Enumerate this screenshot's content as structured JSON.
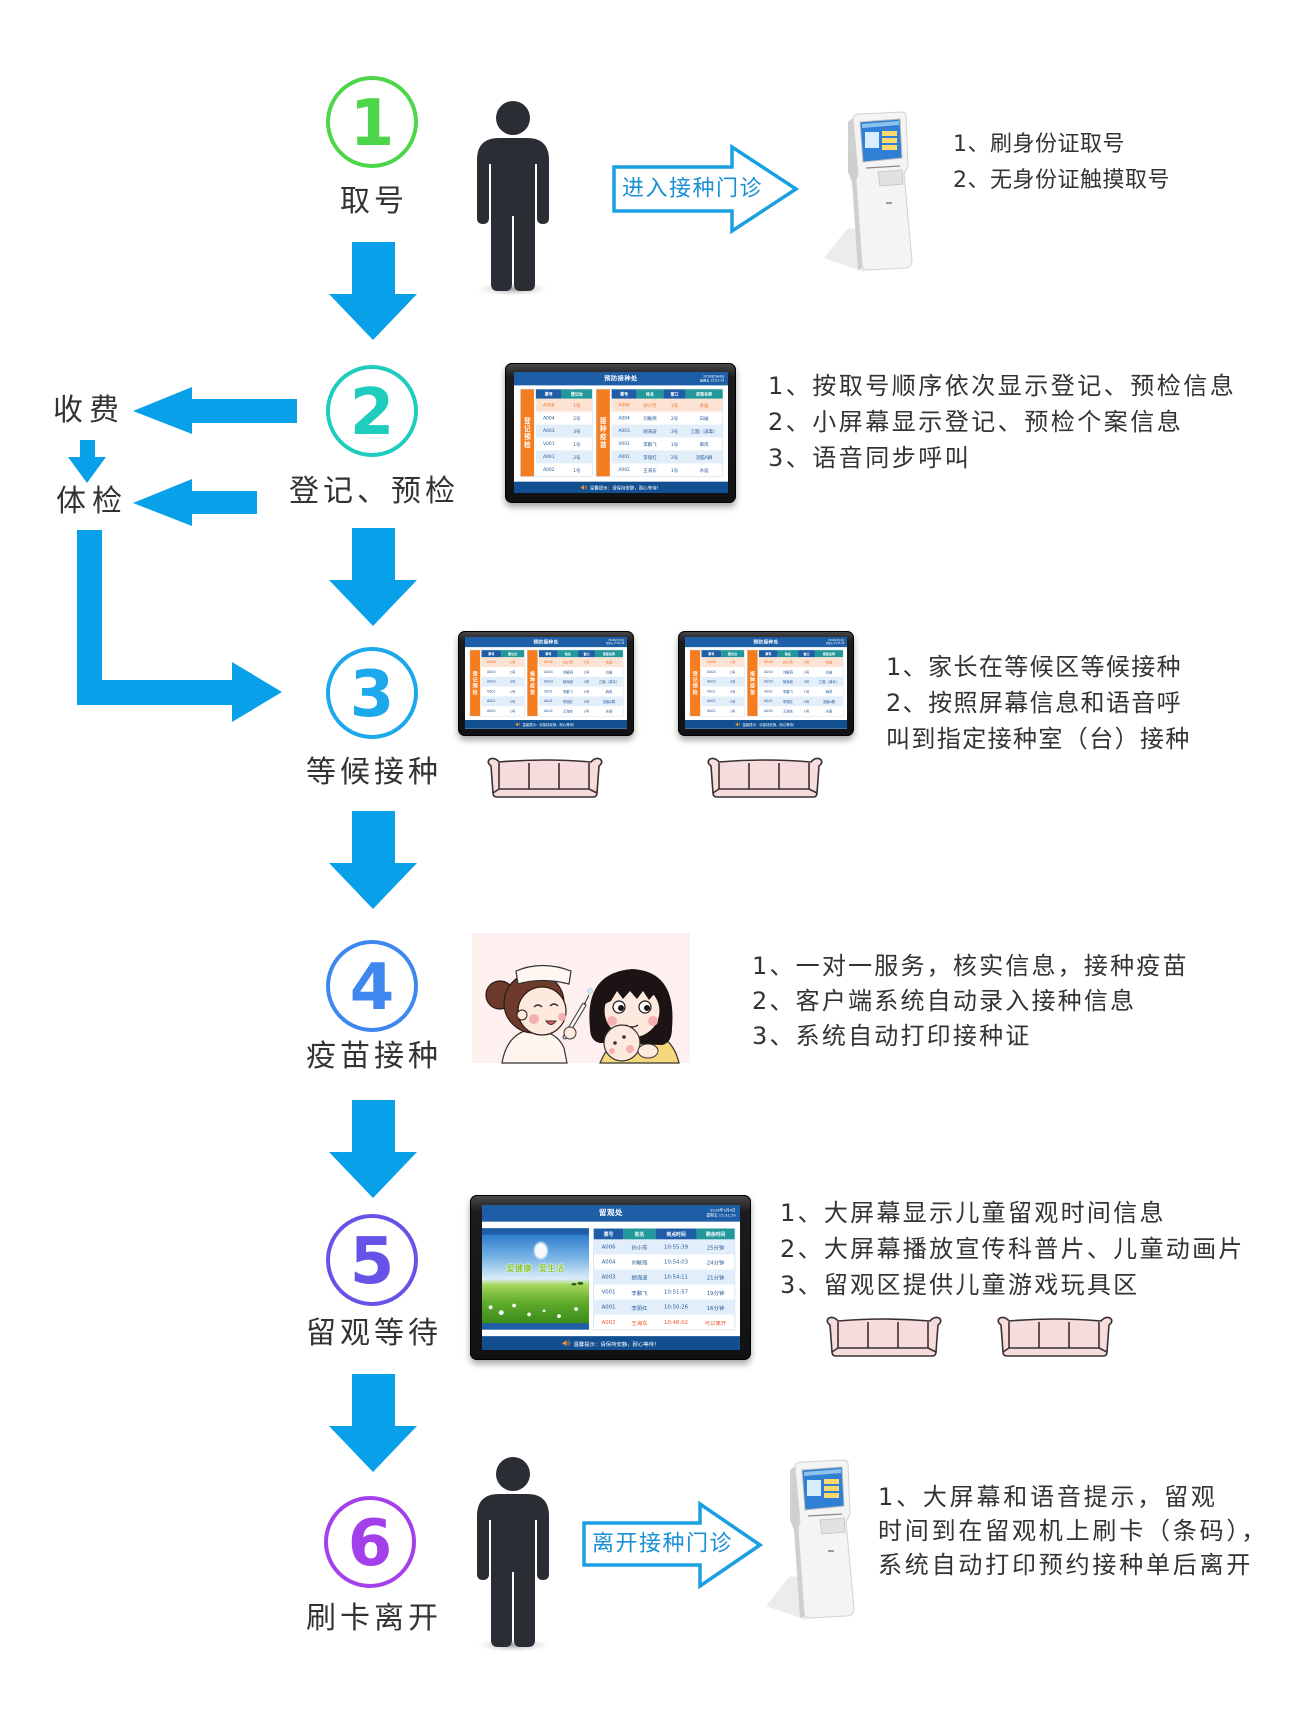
{
  "steps": [
    {
      "number": "1",
      "label": "取号",
      "color": "#4ed64b"
    },
    {
      "number": "2",
      "label": "登记、预检",
      "color": "#1fcdbf"
    },
    {
      "number": "3",
      "label": "等候接种",
      "color": "#1ba8ec"
    },
    {
      "number": "4",
      "label": "疫苗接种",
      "color": "#3d87ef"
    },
    {
      "number": "5",
      "label": "留观等待",
      "color": "#6654e8"
    },
    {
      "number": "6",
      "label": "刷卡离开",
      "color": "#a440ea"
    }
  ],
  "branch": {
    "fee": "收费",
    "exam": "体检"
  },
  "transitions": {
    "enter_clinic": "进入接种门诊",
    "leave_clinic": "离开接种门诊"
  },
  "descriptions": {
    "take_number": [
      "1、刷身份证取号",
      "2、无身份证触摸取号"
    ],
    "registration": [
      "1、按取号顺序依次显示登记、预检信息",
      "2、小屏幕显示登记、预检个案信息",
      "3、语音同步呼叫"
    ],
    "waiting": [
      "1、家长在等候区等候接种",
      "2、按照屏幕信息和语音呼",
      "叫到指定接种室（台）接种"
    ],
    "vaccination": [
      "1、一对一服务，核实信息，接种疫苗",
      "2、客户端系统自动录入接种信息",
      "3、系统自动打印接种证"
    ],
    "observation": [
      "1、大屏幕显示儿童留观时间信息",
      "2、大屏幕播放宣传科普片、儿童动画片",
      "3、留观区提供儿童游戏玩具区"
    ],
    "leave": [
      "1、大屏幕和语音提示，留观",
      "时间到在留观机上刷卡（条码），",
      "系统自动打印预约接种单后离开"
    ]
  },
  "queue_screen": {
    "title": "预防接种处",
    "date": "2018年5月4日",
    "time": "星期五 15:01:24",
    "registration": {
      "label": "登记预检",
      "headers": [
        "票号",
        "登记台"
      ],
      "rows": [
        [
          "A006",
          "1号"
        ],
        [
          "A004",
          "2号"
        ],
        [
          "A003",
          "3号"
        ],
        [
          "V001",
          "1号"
        ],
        [
          "A001",
          "2号"
        ],
        [
          "A002",
          "1号"
        ]
      ],
      "highlight_rows": [
        0
      ]
    },
    "vaccination": {
      "label": "接种疫苗",
      "headers": [
        "票号",
        "姓名",
        "窗口",
        "疫苗名称"
      ],
      "rows": [
        [
          "A006",
          "孙小芳",
          "1号",
          "水痘"
        ],
        [
          "A004",
          "刘敏燕",
          "2号",
          "白破"
        ],
        [
          "A003",
          "胡海波",
          "3号",
          "乙脑（减毒）"
        ],
        [
          "V001",
          "李鹏飞",
          "1号",
          "麻风"
        ],
        [
          "A001",
          "李丽红",
          "2号",
          "流脑A群"
        ],
        [
          "A002",
          "王海东",
          "1号",
          "水痘"
        ]
      ],
      "highlight_rows": [
        0
      ]
    },
    "footer": "温馨提示：请保持安静，耐心等待！"
  },
  "observation_screen": {
    "title": "留观处",
    "date": "2018年5月4日",
    "time": "星期五 15:31:29",
    "banner": "爱健康  爱生活",
    "headers": [
      "票号",
      "姓名",
      "到点时间",
      "剩余时间"
    ],
    "rows": [
      [
        "A006",
        "孙小芳",
        "10:55:39",
        "25分钟"
      ],
      [
        "A004",
        "刘敏燕",
        "10:54:03",
        "24分钟"
      ],
      [
        "A003",
        "胡海波",
        "10:54:11",
        "21分钟"
      ],
      [
        "V001",
        "李鹏飞",
        "10:51:57",
        "19分钟"
      ],
      [
        "A001",
        "李丽红",
        "10:50:26",
        "16分钟"
      ],
      [
        "A002",
        "王海东",
        "10:48:02",
        "可以离开"
      ]
    ],
    "highlight_rows": [
      5
    ],
    "footer": "温馨提示：请保持安静，耐心等待！"
  },
  "colors": {
    "flow_arrow": "#08a0e9",
    "outline_arrow": "#1a9fe0",
    "outline_arrow_text": "#1a8fd6",
    "person": "#2b2d35"
  }
}
